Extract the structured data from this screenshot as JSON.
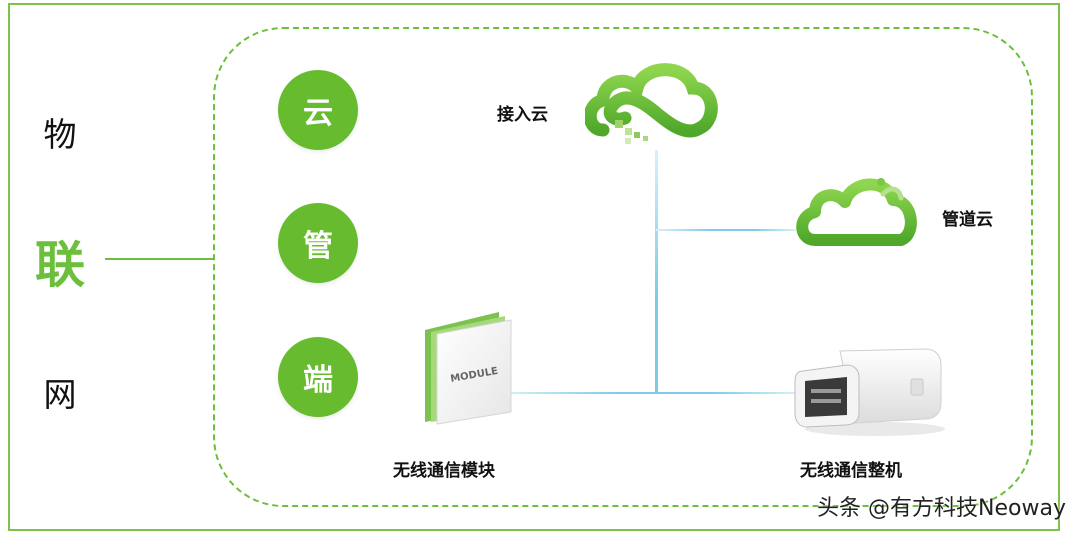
{
  "side_chars": [
    "物",
    "联",
    "网"
  ],
  "levels": [
    "云",
    "管",
    "端"
  ],
  "labels": {
    "access_cloud": "接入云",
    "pipe_cloud": "管道云",
    "module": "无线通信模块",
    "device": "无线通信整机"
  },
  "module_text": "MODULE",
  "watermark": "头条 @有方科技Neoway",
  "colors": {
    "accent": "#6bbf3c",
    "circle": "#67bb2e",
    "line": "#7ccbe7"
  }
}
